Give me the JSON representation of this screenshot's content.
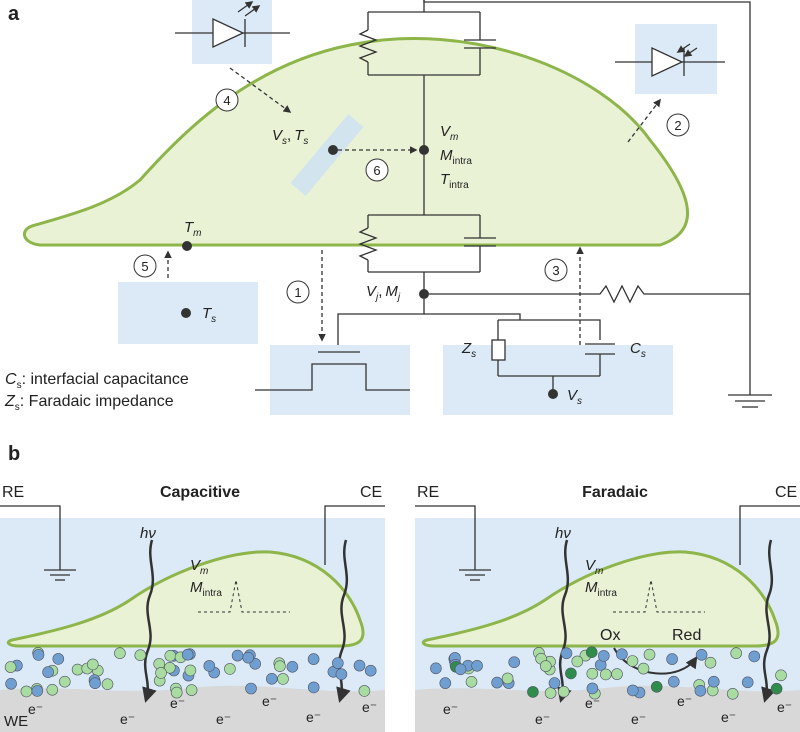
{
  "panel_a": {
    "label": "a",
    "node_top": {
      "m": "V",
      "m_sub": "m",
      "b": "M",
      "b_sub": "intra",
      "c": "T",
      "c_sub": "intra"
    },
    "node_sensor": {
      "a": "V",
      "a_sub": "s",
      "sep": ",",
      "b": "T",
      "b_sub": "s"
    },
    "node_membrane": {
      "a": "T",
      "a_sub": "m"
    },
    "node_junction": {
      "a": "V",
      "a_sub": "j",
      "sep": ",",
      "b": "M",
      "b_sub": "j"
    },
    "node_ts": {
      "a": "T",
      "a_sub": "s"
    },
    "node_vs": {
      "a": "V",
      "a_sub": "s"
    },
    "zs_label": {
      "a": "Z",
      "a_sub": "s"
    },
    "cs_label": {
      "a": "C",
      "a_sub": "s"
    },
    "numbers": [
      "1",
      "2",
      "3",
      "4",
      "5",
      "6"
    ],
    "legend": [
      {
        "sym": "C",
        "sub": "s",
        "text": ": interfacial capacitance"
      },
      {
        "sym": "Z",
        "sub": "s",
        "text": ": Faradaic impedance"
      }
    ]
  },
  "panel_b": {
    "label": "b",
    "left": {
      "title": "Capacitive",
      "re": "RE",
      "ce": "CE",
      "we": "WE",
      "hv": "hν",
      "vm": "V",
      "vm_sub": "m",
      "mi": "M",
      "mi_sub": "intra",
      "electrons": [
        "e⁻",
        "e⁻",
        "e⁻",
        "e⁻",
        "e⁻",
        "e⁻",
        "e⁻"
      ]
    },
    "right": {
      "title": "Faradaic",
      "re": "RE",
      "ce": "CE",
      "hv": "hν",
      "vm": "V",
      "vm_sub": "m",
      "mi": "M",
      "mi_sub": "intra",
      "ox": "Ox",
      "red": "Red",
      "electrons": [
        "e⁻",
        "e⁻",
        "e⁻",
        "e⁻",
        "e⁻",
        "e⁻",
        "e⁻"
      ]
    }
  },
  "colors": {
    "cell_fill": "#eaf2d6",
    "cell_stroke": "#8db54a",
    "box": "#dbeaf6",
    "ion_blue": "#6f9fd0",
    "ion_green": "#a8dca0",
    "ion_dark": "#2f8c4a",
    "electrode": "#d8d8d8"
  }
}
